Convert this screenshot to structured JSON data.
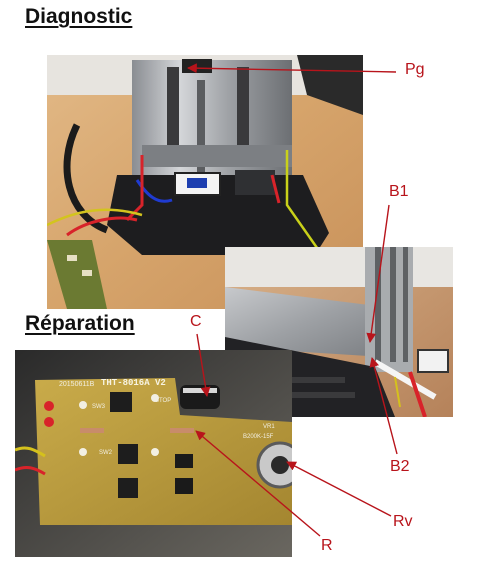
{
  "headings": {
    "diagnostic": "Diagnostic",
    "reparation": "Réparation"
  },
  "callouts": {
    "pg": "Pg",
    "b1": "B1",
    "b2": "B2",
    "c": "C",
    "rv": "Rv",
    "r": "R"
  },
  "board": {
    "model": "THT-8016A V2",
    "date": "20150611B",
    "pot_label": "B200K-15F",
    "pot_ref": "VR1",
    "sw3": "SW3",
    "sw2": "SW2",
    "stop": "STOP"
  },
  "colors": {
    "callout": "#b8141b",
    "pcb": "#b79a3a",
    "wood": "#d7a872"
  }
}
